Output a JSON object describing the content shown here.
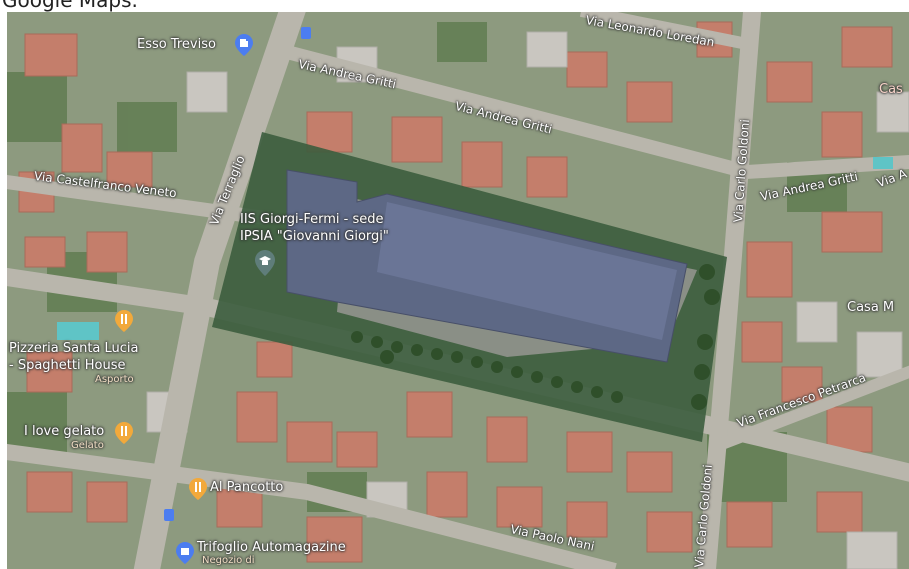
{
  "header": {
    "title": "Google Maps."
  },
  "map": {
    "type": "satellite",
    "streets": [
      {
        "id": "via-leonardo-loredan",
        "name": "Via Leonardo Loredan"
      },
      {
        "id": "via-andrea-gritti-1",
        "name": "Via Andrea Gritti"
      },
      {
        "id": "via-andrea-gritti-2",
        "name": "Via Andrea Gritti"
      },
      {
        "id": "via-andrea-gritti-3",
        "name": "Via Andrea Gritti"
      },
      {
        "id": "via-castelfranco-veneto",
        "name": "Via Castelfranco Veneto"
      },
      {
        "id": "via-terraglio",
        "name": "Via Terraglio"
      },
      {
        "id": "via-carlo-goldoni-1",
        "name": "Via Carlo Goldoni"
      },
      {
        "id": "via-carlo-goldoni-2",
        "name": "Via Carlo Goldoni"
      },
      {
        "id": "via-francesco-petrarca",
        "name": "Via Francesco Petrarca"
      },
      {
        "id": "via-paolo-nani",
        "name": "Via Paolo Nani"
      }
    ],
    "places": [
      {
        "id": "esso-treviso",
        "name": "Esso Treviso",
        "icon": "fuel-icon"
      },
      {
        "id": "iis-giorgi-fermi",
        "name": "IIS Giorgi-Fermi - sede",
        "name2": "IPSIA \"Giovanni Giorgi\"",
        "icon": "school-icon"
      },
      {
        "id": "pizzeria-santa-lucia",
        "name": "Pizzeria Santa Lucia",
        "name2": "- Spaghetti House",
        "sub": "Asporto",
        "icon": "restaurant-icon"
      },
      {
        "id": "i-love-gelato",
        "name": "I love gelato",
        "sub": "Gelato",
        "icon": "restaurant-icon"
      },
      {
        "id": "al-pancotto",
        "name": "Al Pancotto",
        "icon": "restaurant-icon"
      },
      {
        "id": "trifoglio-automagazine",
        "name": "Trifoglio Automagazine",
        "sub": "Negozio di",
        "icon": "shopping-icon"
      },
      {
        "id": "casa-m",
        "name": "Casa M",
        "icon": "none"
      },
      {
        "id": "cas-edge",
        "name": "Cas",
        "icon": "none"
      },
      {
        "id": "via-a-edge",
        "name": "Via A",
        "icon": "none"
      }
    ],
    "colors": {
      "poi_food": "#f2a93b",
      "poi_school": "#5f7d7a",
      "poi_shop": "#4c7df0",
      "poi_fuel": "#4c7df0"
    }
  }
}
